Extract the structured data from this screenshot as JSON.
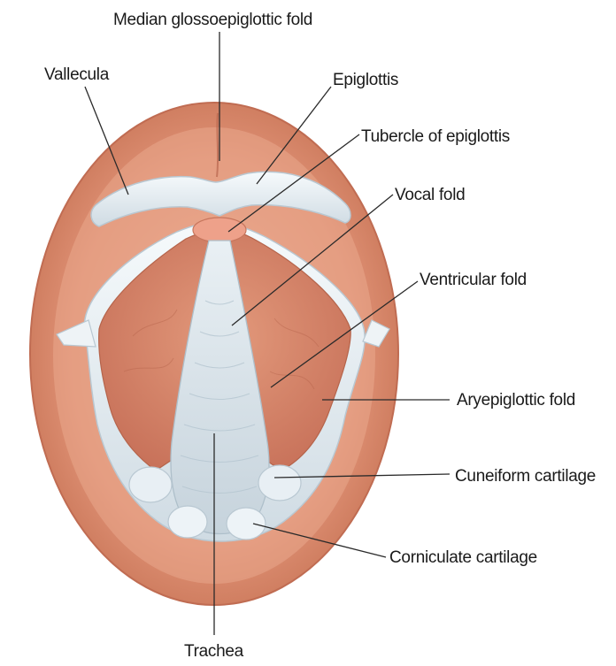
{
  "labels": {
    "median_glossoepiglottic_fold": "Median glossoepiglottic fold",
    "vallecula": "Vallecula",
    "epiglottis": "Epiglottis",
    "tubercle_of_epiglottis": "Tubercle of epiglottis",
    "vocal_fold": "Vocal fold",
    "ventricular_fold": "Ventricular fold",
    "aryepiglottic_fold": "Aryepiglottic fold",
    "cuneiform_cartilage": "Cuneiform cartilage",
    "corniculate_cartilage": "Corniculate cartilage",
    "trachea": "Trachea"
  },
  "colors": {
    "mucosa_outer": "#d9876a",
    "mucosa_inner": "#e9a688",
    "mucosa_deep": "#c97658",
    "fold_white": "#e6eef3",
    "fold_shadow": "#c9d6de",
    "tracheal_lumen": "#d2dde4"
  }
}
